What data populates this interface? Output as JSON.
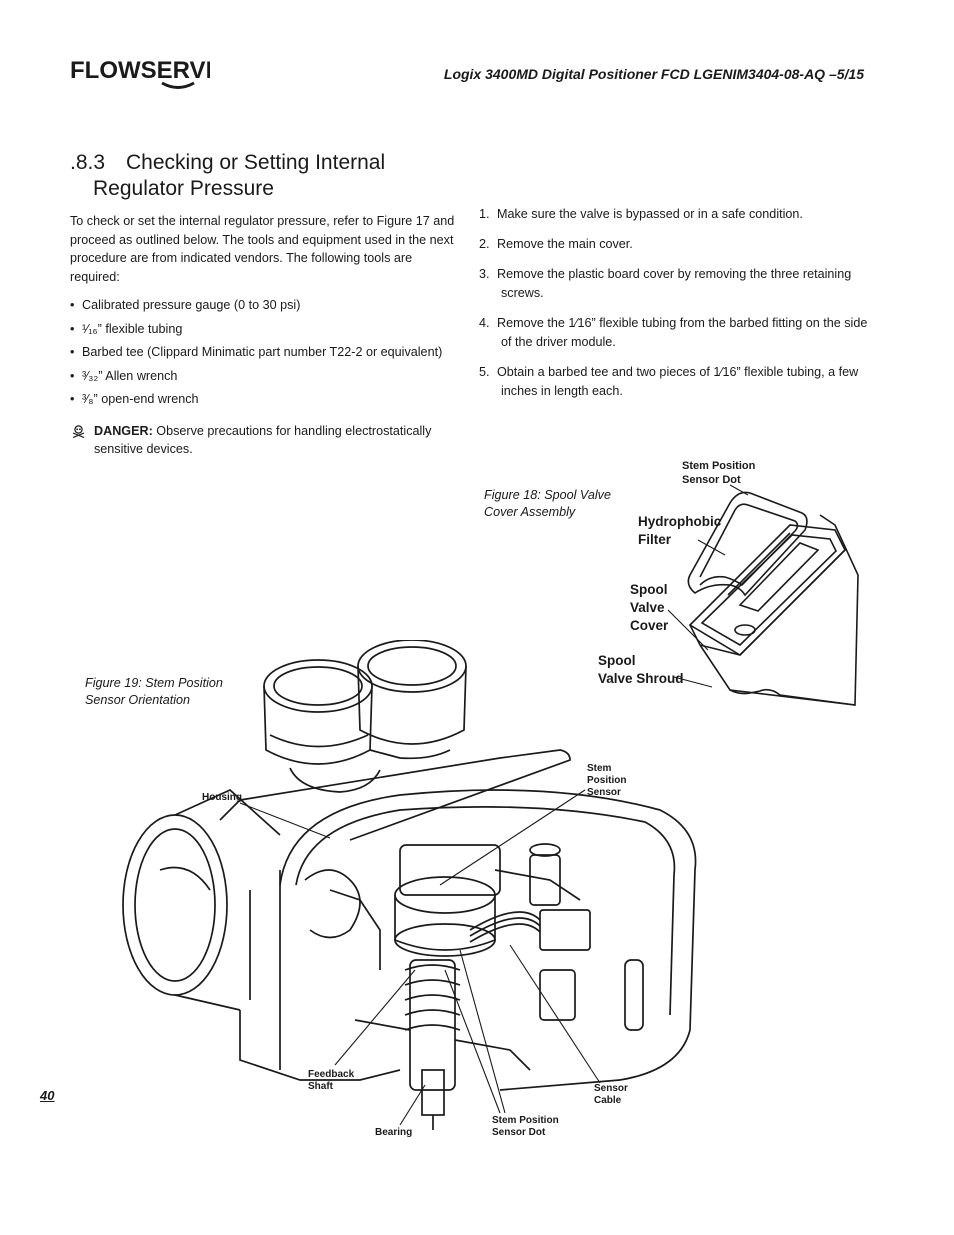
{
  "header": {
    "brand": "FLOWSERVE",
    "document_title": "Logix 3400MD Digital Positioner FCD LGENIM3404-08-AQ –5/15"
  },
  "section": {
    "number": ".8.3",
    "title_line1": "Checking or Setting Internal",
    "title_line2": "Regulator Pressure"
  },
  "intro": "To check or set the internal regulator pressure, refer to Figure 17 and proceed as outlined below. The tools and equipment used in the next procedure are from indicated vendors. The following tools are required:",
  "tools": [
    "Calibrated pressure gauge (0 to 30 psi)",
    "¹⁄₁₆” flexible tubing",
    "Barbed tee (Clippard Minimatic part number T22-2 or equivalent)",
    "³⁄₃₂” Allen wrench",
    "³⁄₈” open-end wrench"
  ],
  "danger": {
    "label": "DANGER:",
    "text": " Observe precautions  for handling electrostatically sensitive devices."
  },
  "steps": [
    {
      "n": "1.",
      "text": "Make sure the valve is bypassed or in a safe condition."
    },
    {
      "n": "2.",
      "text": "Remove the main cover."
    },
    {
      "n": "3.",
      "text": "Remove the plastic board cover by removing the three retaining screws."
    },
    {
      "n": "4.",
      "text": "Remove the 1⁄16” flexible tubing from the barbed fitting on the side of the driver module."
    },
    {
      "n": "5.",
      "text": "Obtain a barbed tee and two pieces of 1⁄16” flexible tubing, a few inches in length each."
    }
  ],
  "figure18": {
    "caption_line1": "Figure 18: Spool Valve",
    "caption_line2": "Cover Assembly",
    "labels": {
      "stem_dot_1": "Stem Position",
      "stem_dot_2": "Sensor Dot",
      "filter_1": "Hydrophobic",
      "filter_2": "Filter",
      "cover_1": "Spool",
      "cover_2": "Valve",
      "cover_3": "Cover",
      "shroud_1": "Spool",
      "shroud_2": "Valve Shroud"
    }
  },
  "figure19": {
    "caption_line1": "Figure 19: Stem Position",
    "caption_line2": "Sensor Orientation",
    "labels": {
      "housing": "Housing",
      "sensor_1": "Stem",
      "sensor_2": "Position",
      "sensor_3": "Sensor",
      "feedback_1": "Feedback",
      "feedback_2": "Shaft",
      "bearing": "Bearing",
      "dot_1": "Stem Position",
      "dot_2": "Sensor Dot",
      "cable_1": "Sensor",
      "cable_2": "Cable"
    }
  },
  "page_number": "40"
}
